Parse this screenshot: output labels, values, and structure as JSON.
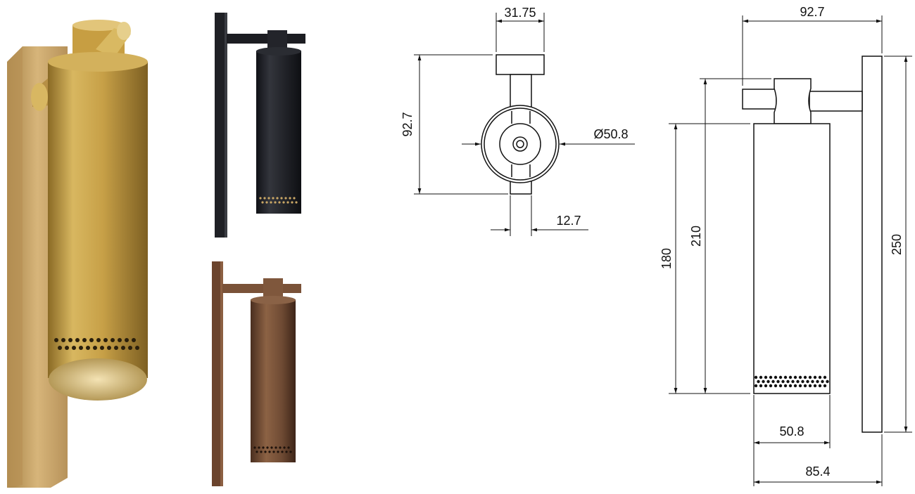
{
  "colors": {
    "brass": "#c9a24a",
    "black": "#1c1d22",
    "bronze": "#6e4a33",
    "line": "#111111"
  },
  "photos": {
    "brass": {
      "finish": "brass"
    },
    "black": {
      "finish": "black"
    },
    "bronze": {
      "finish": "bronze"
    }
  },
  "front_view": {
    "top_width": "31.75",
    "height": "92.7",
    "diameter": "Ø50.8",
    "stem_width": "12.7"
  },
  "side_view": {
    "overall_width": "92.7",
    "height_180": "180",
    "height_210": "210",
    "height_250": "250",
    "tube_width": "50.8",
    "depth": "85.4"
  }
}
